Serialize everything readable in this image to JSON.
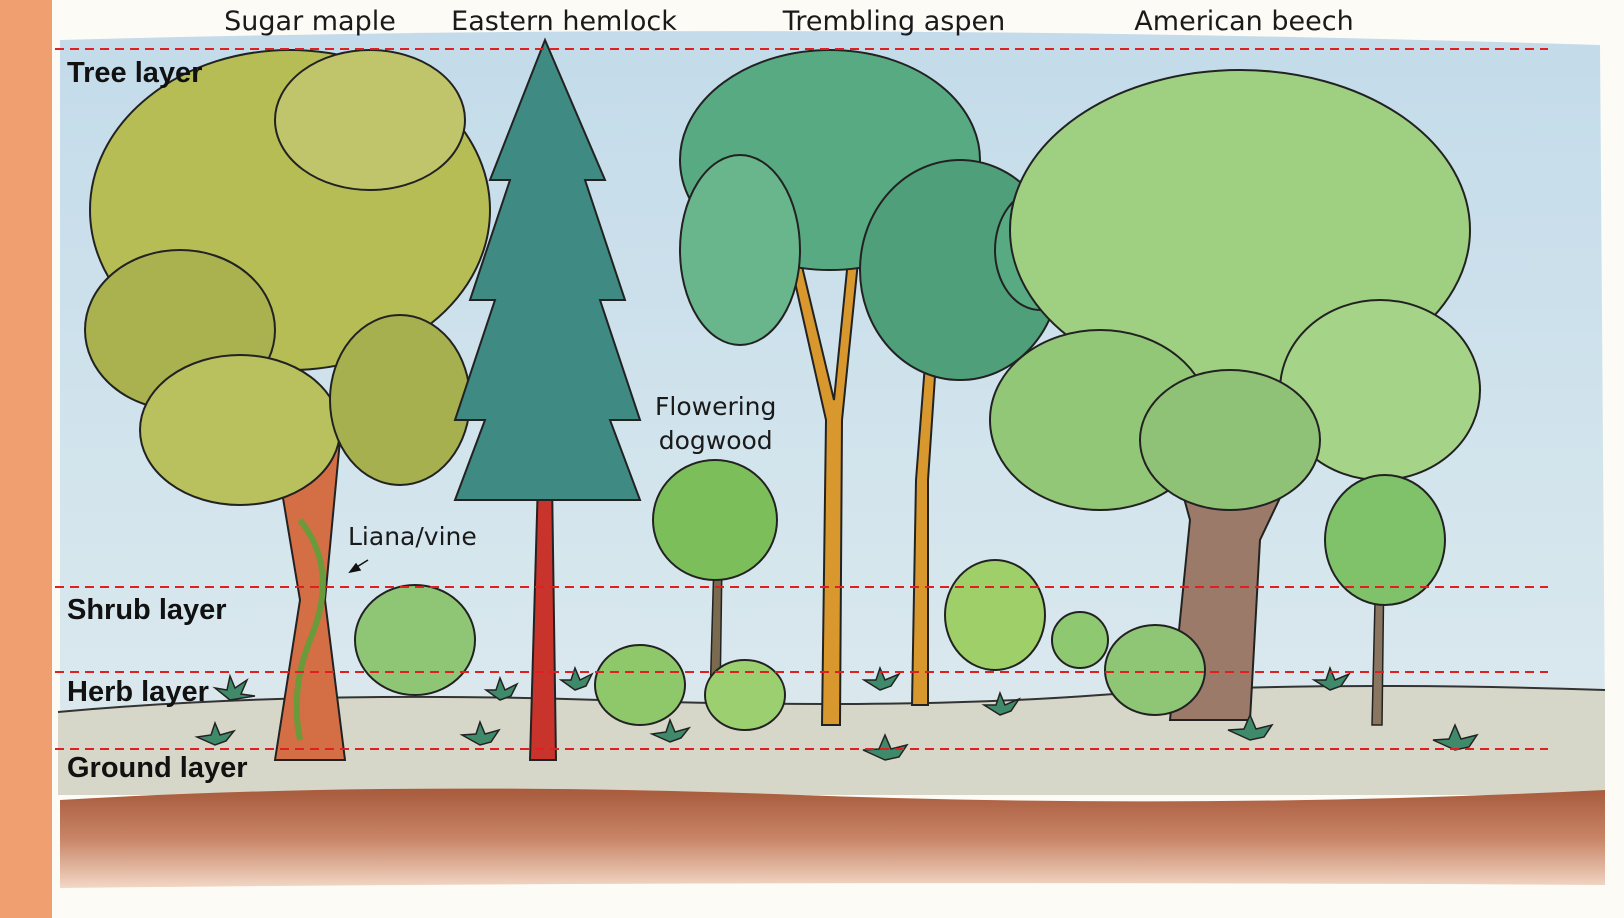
{
  "species": {
    "sugar_maple": "Sugar maple",
    "eastern_hemlock": "Eastern hemlock",
    "trembling_aspen": "Trembling aspen",
    "american_beech": "American beech"
  },
  "layers": {
    "tree": "Tree layer",
    "shrub": "Shrub layer",
    "herb": "Herb layer",
    "ground": "Ground layer"
  },
  "annotations": {
    "liana": "Liana/vine",
    "dogwood_line1": "Flowering",
    "dogwood_line2": "dogwood"
  },
  "colors": {
    "border": "#f0a070",
    "sky": "#cfe3ef",
    "layer_line": "#e02020",
    "soil": "#b5694a",
    "maple_foliage": "#b6bd55",
    "hemlock_foliage": "#3f8a82",
    "aspen_foliage": "#58aa82",
    "beech_foliage": "#9fd081",
    "maple_trunk": "#d46e45",
    "hemlock_trunk": "#c8332c",
    "aspen_trunk": "#d8982e",
    "beech_trunk": "#9b7a6a"
  }
}
